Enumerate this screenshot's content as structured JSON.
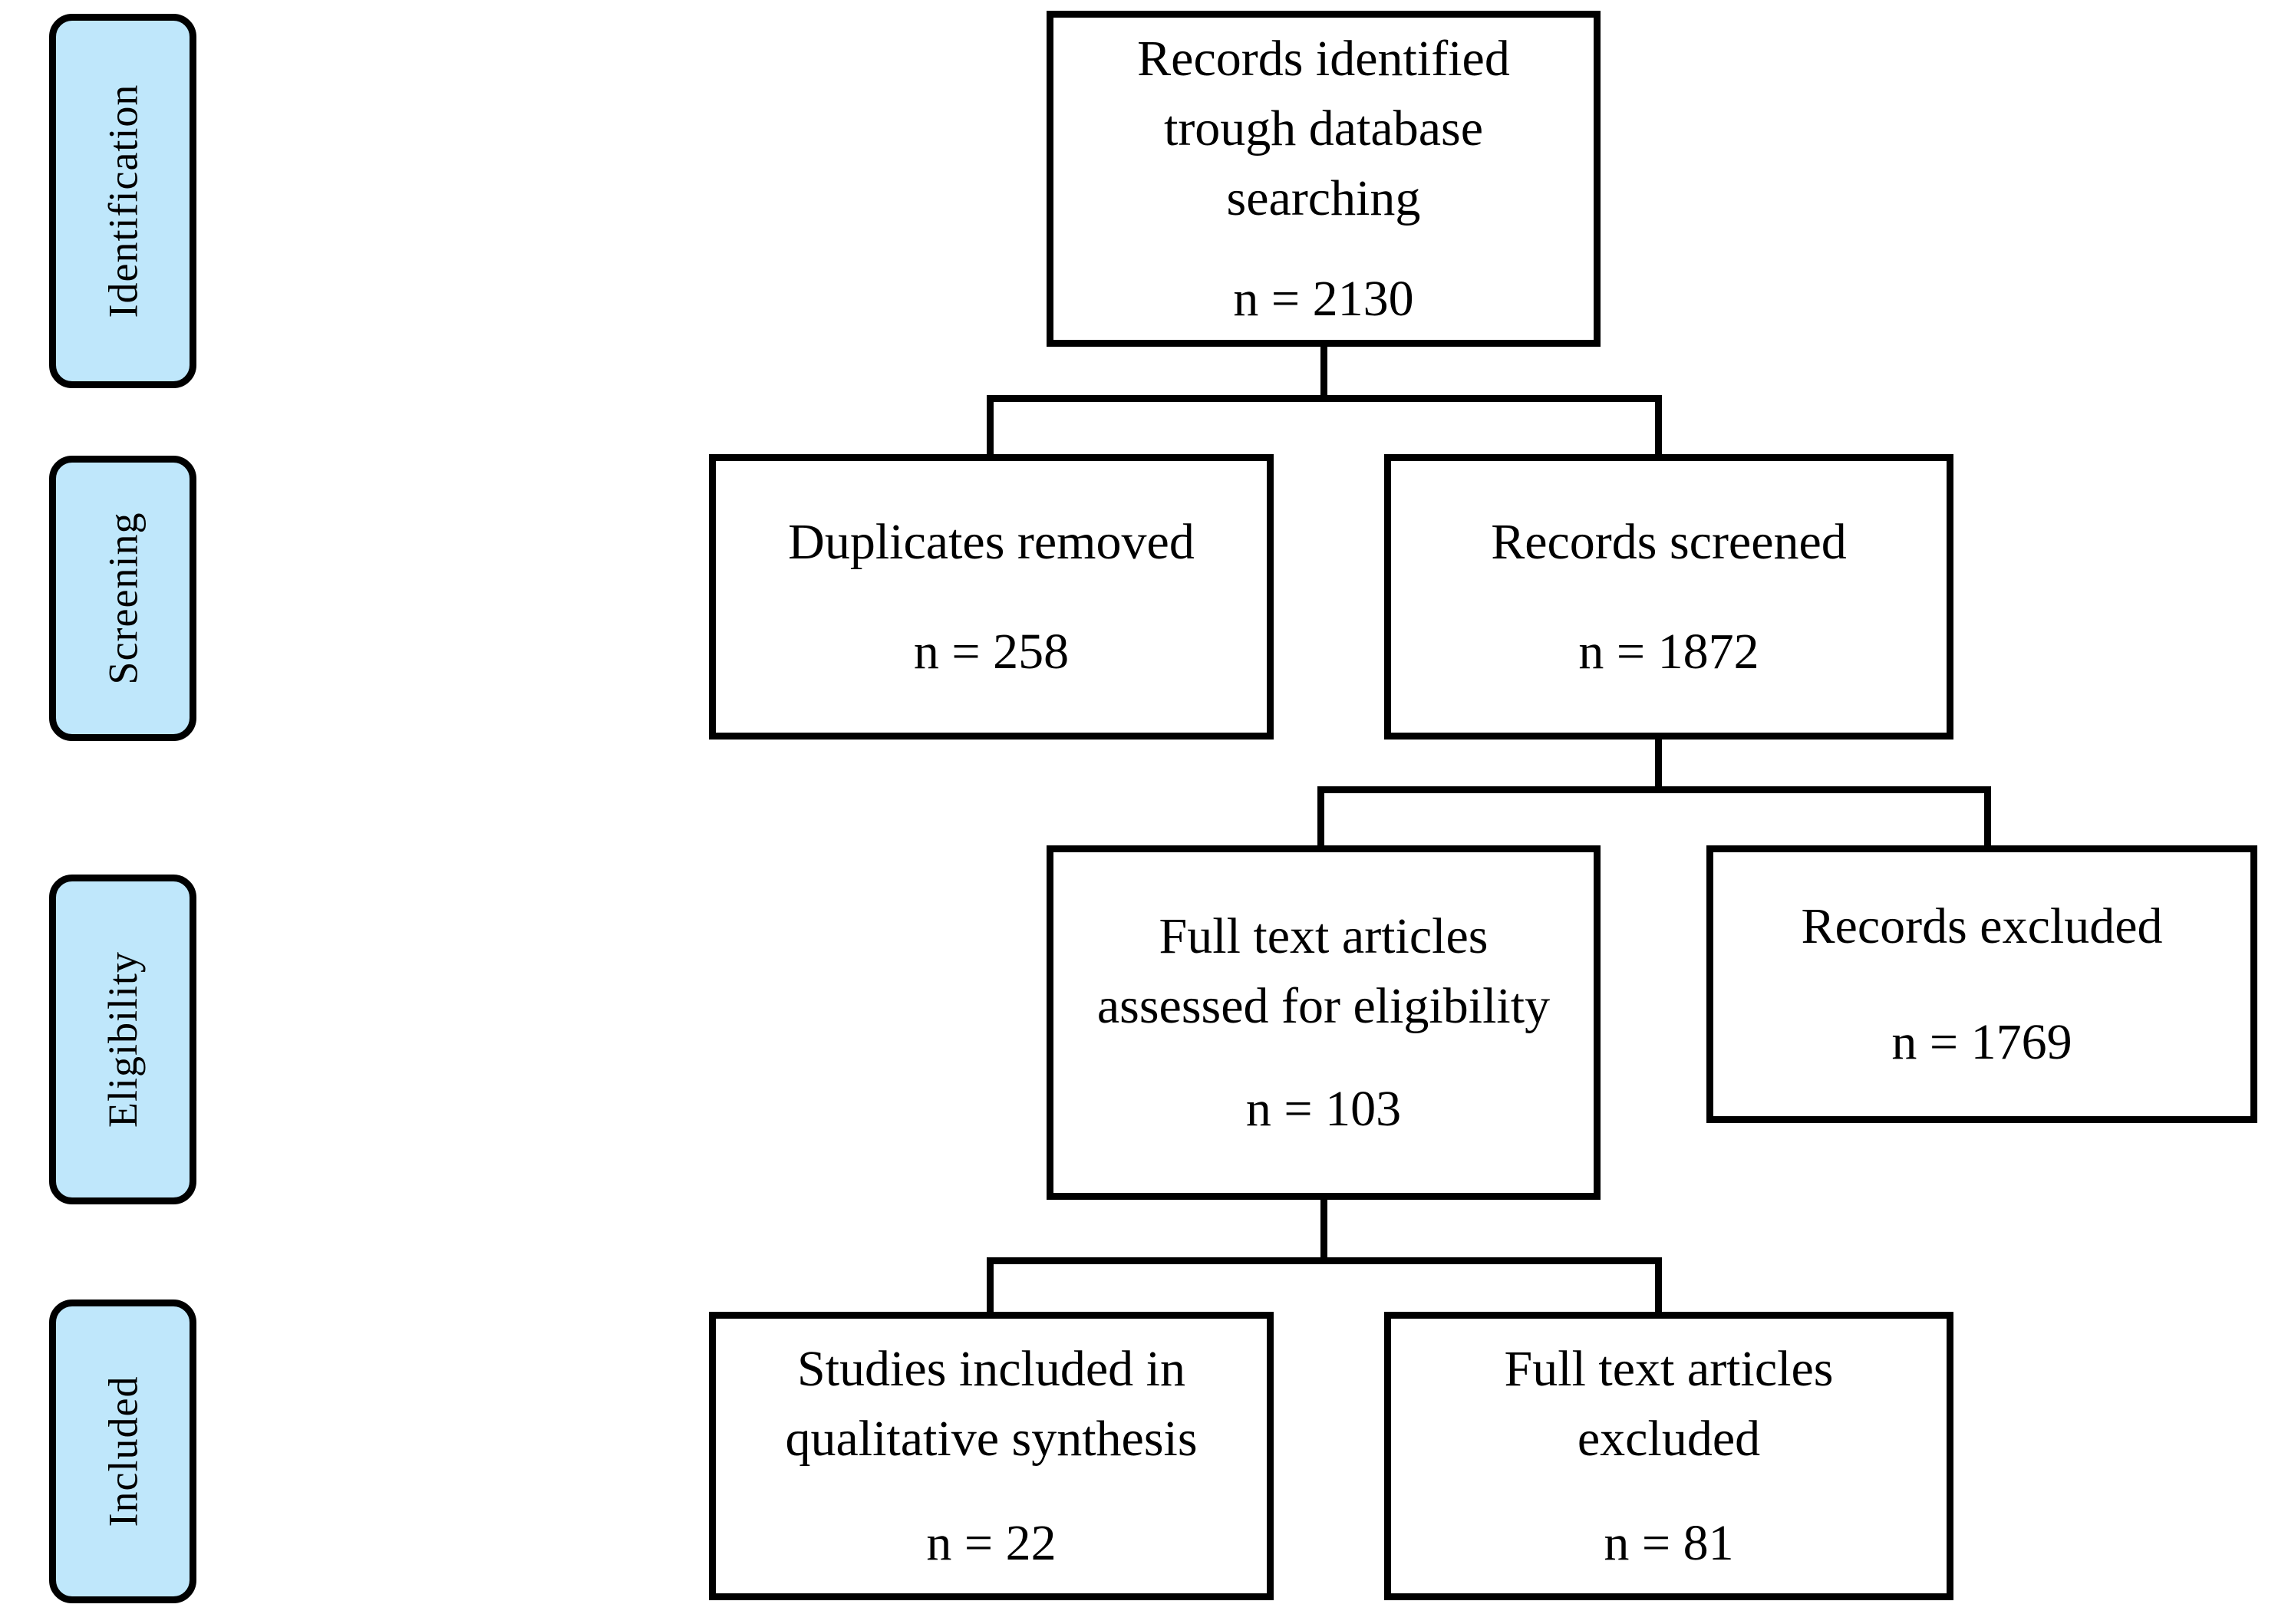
{
  "diagram_type": "prisma-flowchart",
  "palette": {
    "stage_fill": "#bfe7fb",
    "stage_border": "#000000",
    "box_fill": "#ffffff",
    "box_border": "#000000",
    "line_color": "#000000",
    "text_color": "#000000"
  },
  "stages": [
    {
      "label": "Identification"
    },
    {
      "label": "Screening"
    },
    {
      "label": "Eligibility"
    },
    {
      "label": "Included"
    }
  ],
  "boxes": [
    {
      "label": "Records identified trough database searching",
      "n": "n = 2130"
    },
    {
      "label": "Duplicates removed",
      "n": "n = 258"
    },
    {
      "label": "Records screened",
      "n": "n = 1872"
    },
    {
      "label": "Full text articles assessed for eligibility",
      "n": "n = 103"
    },
    {
      "label": "Records excluded",
      "n": "n = 1769"
    },
    {
      "label": "Studies included in qualitative synthesis",
      "n": "n = 22"
    },
    {
      "label": "Full text articles excluded",
      "n": "n = 81"
    }
  ]
}
